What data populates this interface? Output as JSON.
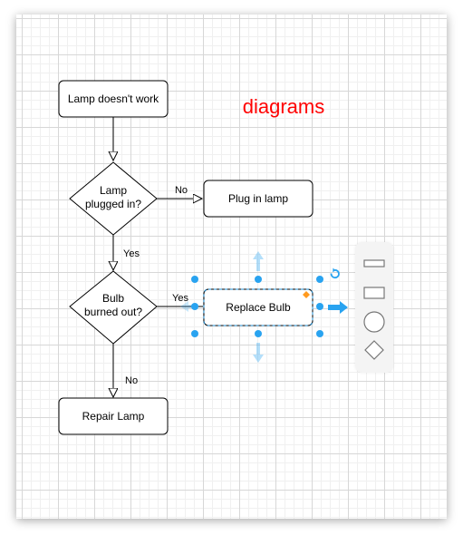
{
  "diagram": {
    "title": "diagrams",
    "title_color": "#ff0000",
    "nodes": {
      "lamp_doesnt_work": "Lamp doesn't work",
      "lamp_plugged_in_line1": "Lamp",
      "lamp_plugged_in_line2": "plugged in?",
      "plug_in_lamp": "Plug in lamp",
      "bulb_burned_line1": "Bulb",
      "bulb_burned_line2": "burned out?",
      "replace_bulb": "Replace Bulb",
      "repair_lamp": "Repair Lamp"
    },
    "edges": {
      "plugged_no": "No",
      "plugged_yes": "Yes",
      "burned_yes": "Yes",
      "burned_no": "No"
    },
    "selection": {
      "selected_node": "Replace Bulb",
      "handle_color": "#29a3f0",
      "rotate_icon": "rotate-icon",
      "arrow_icons": [
        "arrow-up-icon",
        "arrow-right-icon",
        "arrow-down-icon",
        "arrow-left-icon"
      ]
    }
  },
  "shape_picker": {
    "shapes": [
      "rectangle-small-icon",
      "rectangle-icon",
      "circle-icon",
      "diamond-icon"
    ]
  }
}
